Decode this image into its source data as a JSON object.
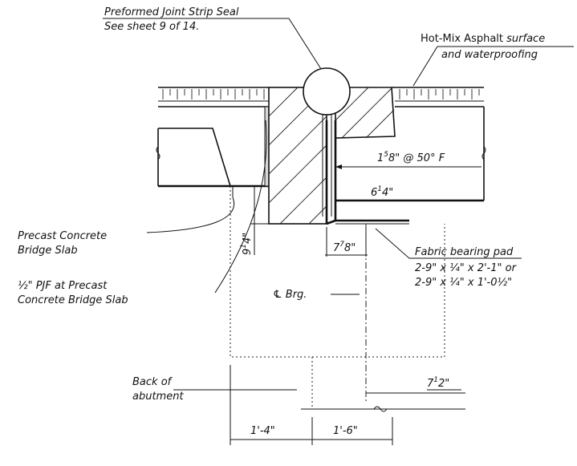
{
  "drawing": {
    "seal_line1": "Preformed Joint Strip Seal",
    "seal_line2": "See sheet 9 of 14.",
    "hma_bold": "Hot-Mix Asphalt",
    "hma_rest": " surface",
    "hma_line2": "and waterproofing",
    "gap_main": "1",
    "gap_sup": "5",
    "gap_rest": "8\" @ 50° F",
    "opening_main": "6",
    "opening_sup": "1",
    "opening_rest": "4\"",
    "precast_line1": "Precast Concrete",
    "precast_line2": "Bridge Slab",
    "depth_main": "9",
    "depth_frac": "1",
    "depth_rest": "4\"",
    "pad_width_main": "7",
    "pad_width_sup": "7",
    "pad_width_rest": "8\"",
    "pad_title": "Fabric bearing pad",
    "pad_size1": "2-9\" x ¼\" x 2'-1\" or",
    "pad_size2": "2-9\" x ¼\" x 1'-0½\"",
    "pjf_line1": "½\" PJF at Precast",
    "pjf_line2": "Concrete Bridge Slab",
    "brg_label": "℄ Brg.",
    "back_line1": "Back of",
    "back_line2": "abutment",
    "offset_main": "7",
    "offset_frac": "1",
    "offset_rest": "2\"",
    "dim_left": "1'-4\"",
    "dim_right": "1'-6\""
  }
}
